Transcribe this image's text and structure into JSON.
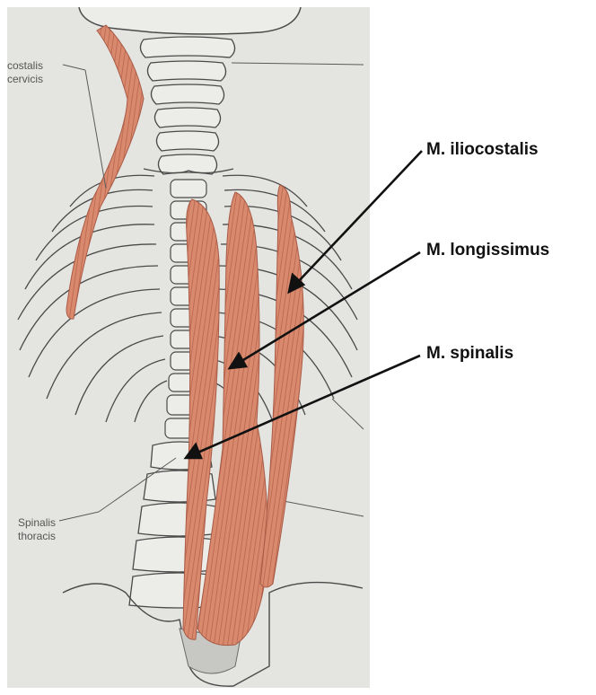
{
  "figure": {
    "background_paper": "#e4e4e1",
    "muscle_color": "#d98a6e",
    "muscle_edge": "#a85a45",
    "bone_line": "#4a4a4a",
    "leader_color": "#111111"
  },
  "photo_labels": {
    "iliocostalis_cervicis_line1": "costalis",
    "iliocostalis_cervicis_line2": "cervicis",
    "spinalis_thoracis_line1": "Spinalis",
    "spinalis_thoracis_line2": "thoracis"
  },
  "callouts": {
    "iliocostalis": "M. iliocostalis",
    "longissimus": "M. longissimus",
    "spinalis": "M. spinalis"
  }
}
